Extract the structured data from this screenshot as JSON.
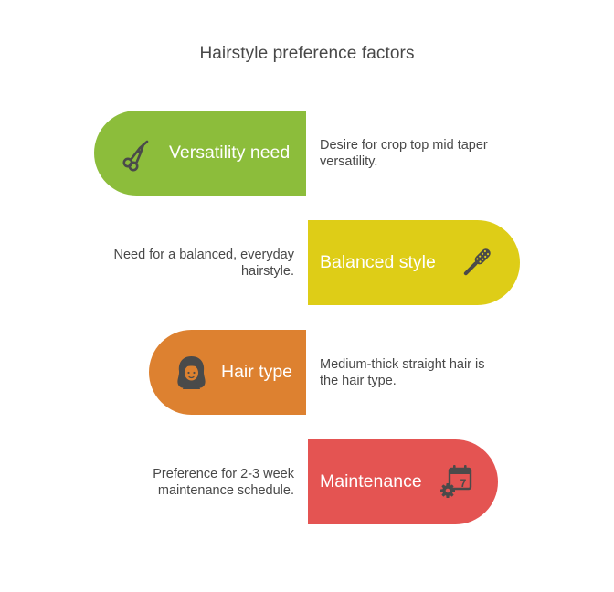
{
  "title": "Hairstyle preference factors",
  "colors": {
    "versatility": "#8cbd3b",
    "balanced": "#decd17",
    "hair_type": "#dd8130",
    "maintenance": "#e45452",
    "text": "#484848",
    "icon": "#4a4a4a"
  },
  "factors": [
    {
      "label": "Versatility need",
      "description_lines": [
        "Desire for crop top mid taper",
        "versatility."
      ],
      "icon": "scissors-icon",
      "side": "left"
    },
    {
      "label": "Balanced style",
      "description_lines": [
        "Need for a balanced, everyday",
        "hairstyle."
      ],
      "icon": "hairbrush-icon",
      "side": "right"
    },
    {
      "label": "Hair type",
      "description_lines": [
        "Medium-thick straight hair is",
        "the hair type."
      ],
      "icon": "person-hair-icon",
      "side": "left"
    },
    {
      "label": "Maintenance",
      "description_lines": [
        "Preference for 2-3 week",
        "maintenance schedule."
      ],
      "icon": "calendar-gear-icon",
      "calendar_number": "7",
      "side": "right"
    }
  ]
}
